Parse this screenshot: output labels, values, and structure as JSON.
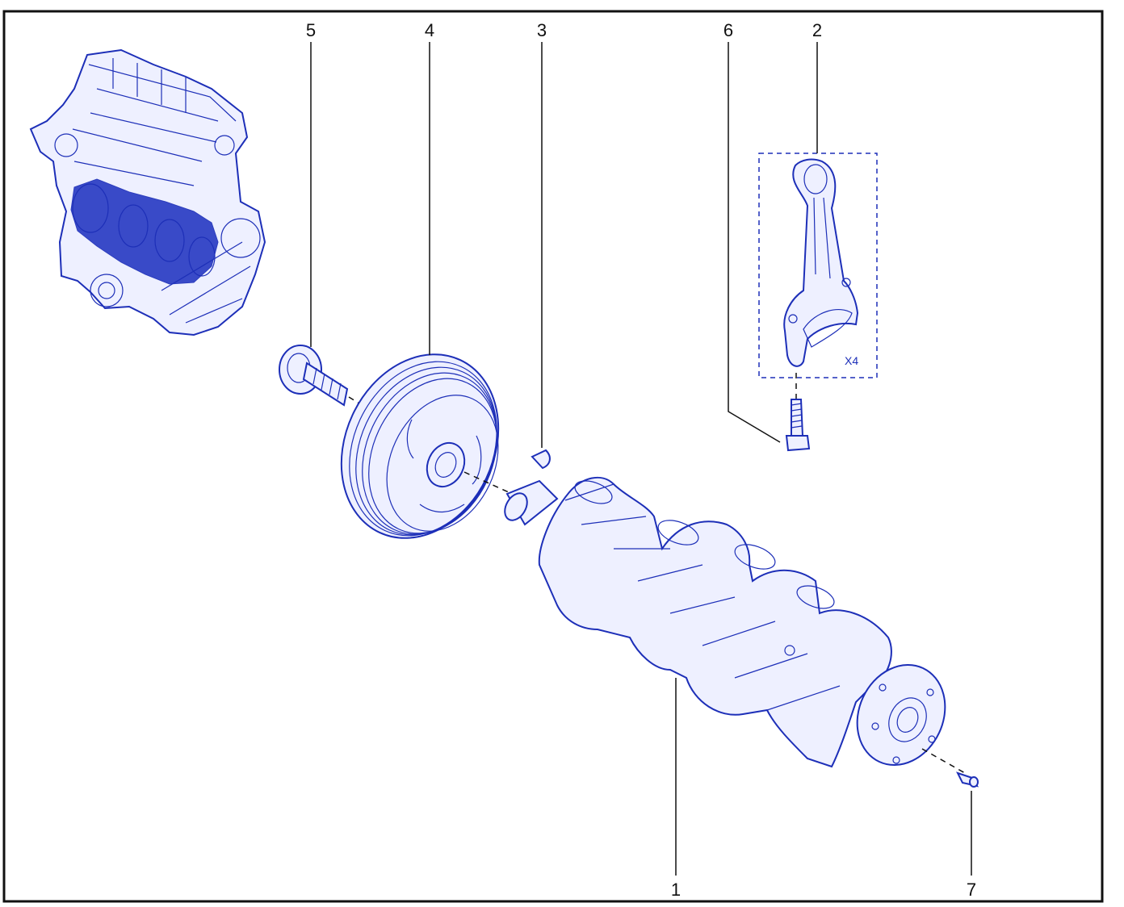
{
  "callouts": {
    "c1": "1",
    "c2": "2",
    "c3": "3",
    "c4": "4",
    "c5": "5",
    "c6": "6",
    "c7": "7"
  },
  "kit_quantity": "X4",
  "colors": {
    "line_art": "#1d2fb8",
    "frame": "#111111",
    "background": "#ffffff"
  }
}
